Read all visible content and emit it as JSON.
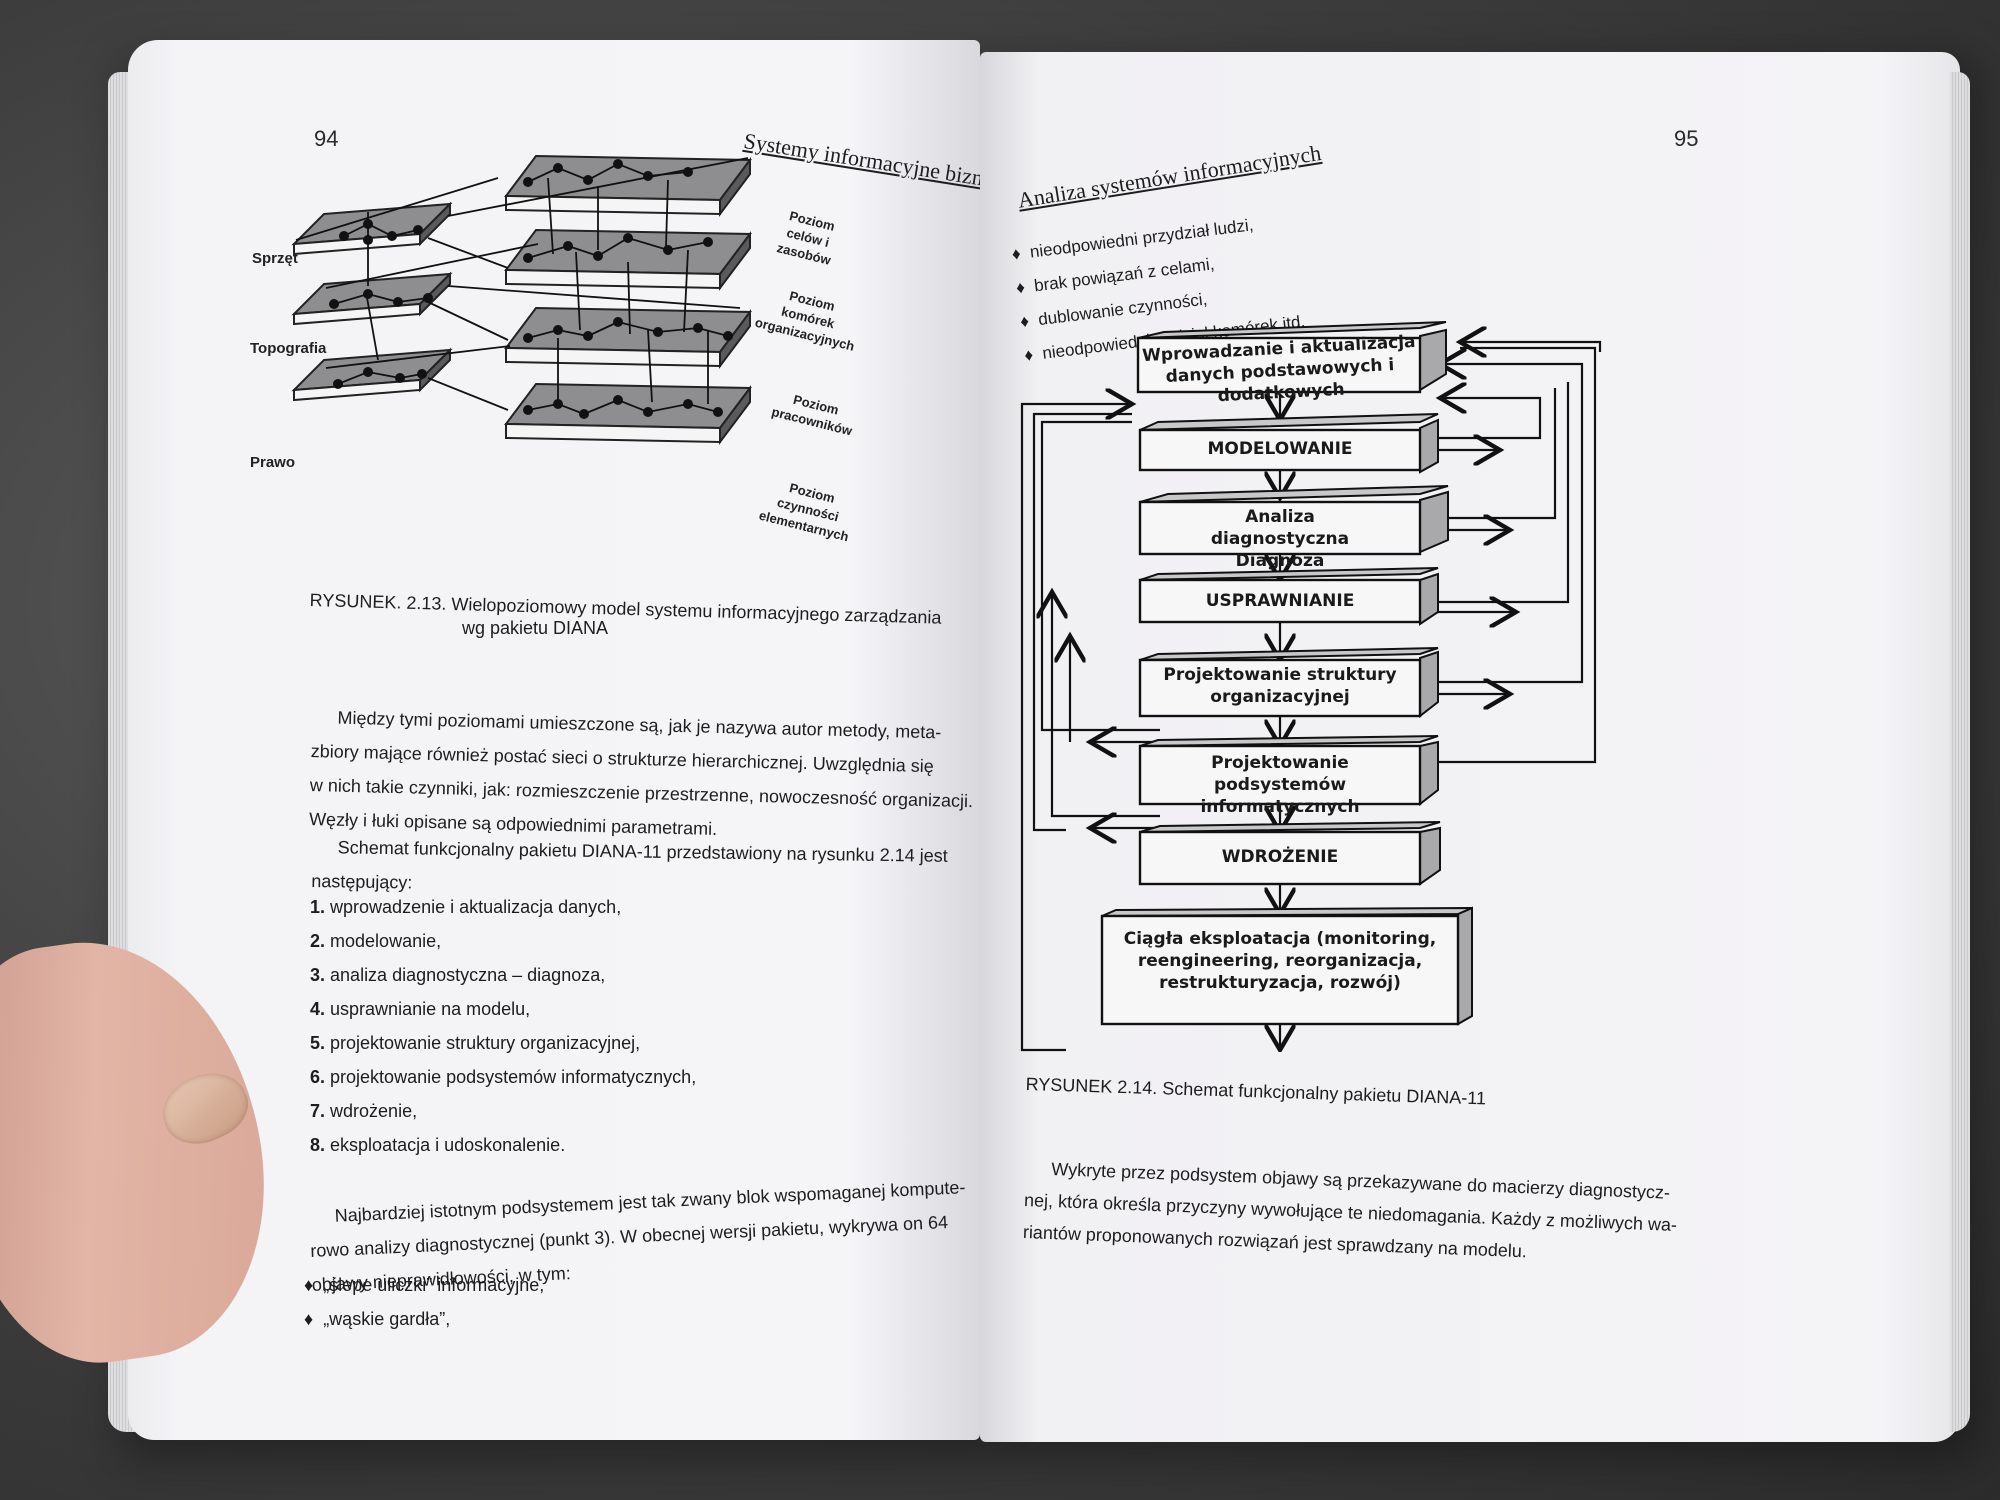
{
  "left_page": {
    "page_number": "94",
    "running_head": "Systemy informacyjne biznes",
    "diagram": {
      "left_labels": [
        "Sprzęt",
        "Topografia",
        "Prawo"
      ],
      "right_labels": [
        [
          "Poziom",
          "celów i zasobów"
        ],
        [
          "Poziom",
          "komórek",
          "organizacyjnych"
        ],
        [
          "Poziom",
          "pracowników"
        ],
        [
          "Poziom",
          "czynności",
          "elementarnych"
        ]
      ]
    },
    "caption_line1": "RYSUNEK. 2.13. Wielopoziomowy model systemu informacyjnego zarządzania",
    "caption_line2": "wg pakietu DIANA",
    "para1_lines": [
      "Między tymi poziomami umieszczone są, jak je nazywa autor metody, meta-",
      "zbiory mające również postać sieci o strukturze hierarchicznej. Uwzględnia się",
      "w nich takie czynniki, jak: rozmieszczenie przestrzenne, nowoczesność organizacji.",
      "Węzły i łuki opisane są odpowiednimi parametrami."
    ],
    "para2_lines": [
      "Schemat funkcjonalny pakietu DIANA-11 przedstawiony na rysunku 2.14 jest",
      "następujący:"
    ],
    "list": [
      {
        "n": "1.",
        "t": "wprowadzenie i aktualizacja danych,"
      },
      {
        "n": "2.",
        "t": "modelowanie,"
      },
      {
        "n": "3.",
        "t": "analiza diagnostyczna – diagnoza,"
      },
      {
        "n": "4.",
        "t": "usprawnianie na modelu,"
      },
      {
        "n": "5.",
        "t": "projektowanie struktury organizacyjnej,"
      },
      {
        "n": "6.",
        "t": "projektowanie podsystemów informatycznych,"
      },
      {
        "n": "7.",
        "t": "wdrożenie,"
      },
      {
        "n": "8.",
        "t": "eksploatacja i udoskonalenie."
      }
    ],
    "para3_lines": [
      "Najbardziej istotnym podsystemem jest tak zwany blok wspomaganej kompute-",
      "rowo analizy diagnostycznej (punkt 3). W obecnej wersji pakietu, wykrywa on 64",
      "objawy nieprawidłowości, w tym:"
    ],
    "bullets": [
      "„ślepe uliczki” informacyjne,",
      "„wąskie gardła”,"
    ]
  },
  "right_page": {
    "page_number": "95",
    "running_head": "Analiza systemów informacyjnych",
    "bullets": [
      "nieodpowiedni przydział ludzi,",
      "brak powiązań z celami,",
      "dublowanie czynności,",
      "nieodpowiedni podział komórek itd."
    ],
    "flow_boxes": [
      "Wprowadzanie i aktualizacja danych podstawowych i dodatkowych",
      "MODELOWANIE",
      "Analiza diagnostyczna Diagnoza",
      "USPRAWNIANIE",
      "Projektowanie struktury organizacyjnej",
      "Projektowanie podsystemów informatycznych",
      "WDROŻENIE",
      "Ciągła eksploatacja (monitoring, reengineering, reorganizacja, restrukturyzacja, rozwój)"
    ],
    "caption": "RYSUNEK 2.14. Schemat funkcjonalny pakietu DIANA-11",
    "para_lines": [
      "Wykryte przez podsystem objawy są przekazywane do macierzy diagnostycz-",
      "nej, która określa przyczyny wywołujące te niedomagania. Każdy z możliwych wa-",
      "riantów proponowanych rozwiązań jest sprawdzany na modelu."
    ]
  }
}
